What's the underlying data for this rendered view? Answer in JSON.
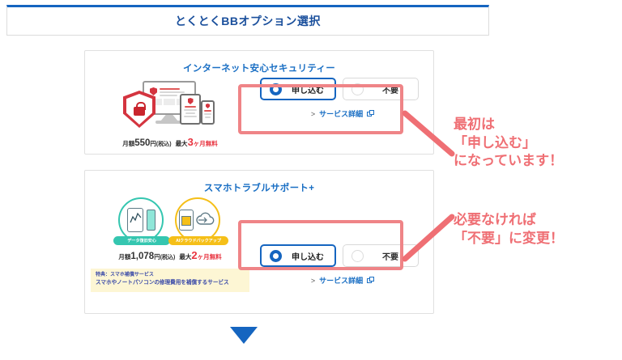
{
  "header": {
    "title": "とくとくBBオプション選択"
  },
  "cards": [
    {
      "id": "security",
      "title": "インターネット安心セキュリティー",
      "icon_name": "shield-lock-devices-icon",
      "price": {
        "prefix": "月額",
        "amount": "550",
        "unit": "円",
        "tax": "(税込)",
        "free_prefix": "最大",
        "free_months": "3",
        "free_suffix": "ヶ月無料"
      },
      "options": {
        "apply_label": "申し込む",
        "decline_label": "不要",
        "selected": "apply"
      },
      "detail_link": "サービス詳細",
      "note": null
    },
    {
      "id": "support",
      "title": "スマホトラブルサポート+",
      "badges": [
        {
          "label": "データ復旧安心",
          "color": "#35c6b0",
          "icon_name": "phone-usb-recovery-icon"
        },
        {
          "label": "AIクラウドバックアップ",
          "color": "#f5bf18",
          "icon_name": "cloud-backup-icon"
        }
      ],
      "price": {
        "prefix": "月額",
        "amount": "1,078",
        "unit": "円",
        "tax": "(税込)",
        "free_prefix": "最大",
        "free_months": "2",
        "free_suffix": "ヶ月無料"
      },
      "options": {
        "apply_label": "申し込む",
        "decline_label": "不要",
        "selected": "apply"
      },
      "detail_link": "サービス詳細",
      "note": {
        "line1": "特典：スマホ補償サービス",
        "line2": "スマホやノートパソコンの修理費用を補償するサービス"
      }
    }
  ],
  "annotations": [
    {
      "line1": "最初は",
      "line2": "「申し込む」",
      "line3": "になっています！"
    },
    {
      "line1": "必要なければ",
      "line2": "「不要」に変更！",
      "line3": ""
    }
  ],
  "colors": {
    "brand_blue": "#1565c0",
    "title_blue": "#1a6fc4",
    "annotation_red": "#ef6f74",
    "highlight_red": "#ef8487",
    "free_red": "#e8333f",
    "badge_teal": "#35c6b0",
    "badge_yellow": "#f5bf18",
    "note_bg": "#fdf6d4"
  },
  "bottom_arrow": {
    "icon_name": "chevron-down-triangle",
    "color": "#1565c0"
  }
}
